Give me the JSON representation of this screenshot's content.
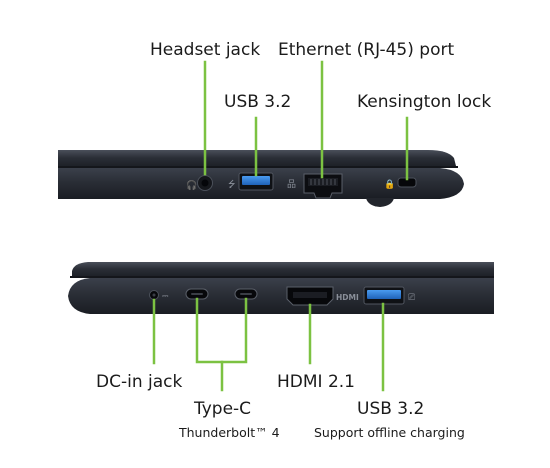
{
  "labels": {
    "headset_jack": "Headset jack",
    "ethernet_port": "Ethernet (RJ-45) port",
    "usb32_top": "USB 3.2",
    "kensington_lock": "Kensington lock",
    "dc_in_jack": "DC-in jack",
    "type_c": "Type-C",
    "thunderbolt": "Thunderbolt™ 4",
    "hdmi_label": "HDMI 2.1",
    "usb32_bottom": "USB 3.2",
    "usb_charging": "Support offline charging"
  },
  "port_glyphs": {
    "hdmi_logo_text": "HDMI"
  },
  "colors": {
    "callout": "#7cc242",
    "chassis": "#2c3038",
    "usb_blue": "#2f7fd9",
    "text": "#1b1b1b"
  }
}
